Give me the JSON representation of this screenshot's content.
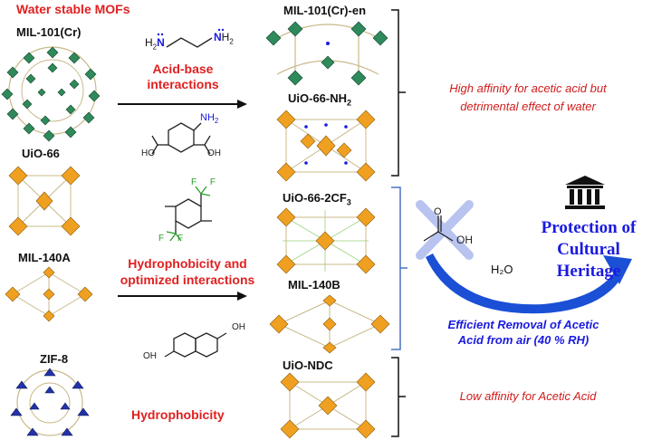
{
  "header": {
    "title": "Water stable MOFs"
  },
  "mofs": {
    "mil101": "MIL-101(Cr)",
    "uio66": "UiO-66",
    "mil140a": "MIL-140A",
    "zif8": "ZIF-8"
  },
  "products": {
    "mil101en": "MIL-101(Cr)-en",
    "uio66nh2_base": "UiO-66-NH",
    "uio66nh2_sub": "2",
    "uio662cf3_base": "UiO-66-2CF",
    "uio662cf3_sub": "3",
    "mil140b": "MIL-140B",
    "uiondc": "UiO-NDC"
  },
  "strategies": {
    "acid_base_1": "Acid-base",
    "acid_base_2": "interactions",
    "hydrophobic_opt_1": "Hydrophobicity and",
    "hydrophobic_opt_2": "optimized interactions",
    "hydrophobicity": "Hydrophobicity"
  },
  "molecules": {
    "en_h2n": "H",
    "en_n_sub": "2",
    "en_nh2": "NH",
    "nh2_label": "NH",
    "ho": "HO",
    "oh": "OH",
    "o": "O",
    "f": "F",
    "acid_oh": "OH",
    "acid_o": "O"
  },
  "outcomes": {
    "high_affinity_1": "High affinity for acetic acid but",
    "high_affinity_2": "detrimental effect of water",
    "low_affinity": "Low affinity for Acetic Acid",
    "removal_1": "Efficient Removal of Acetic",
    "removal_2": "Acid from air (40 % RH)",
    "protection_1": "Protection of",
    "protection_2": "Cultural Heritage",
    "water": "H₂O"
  },
  "colors": {
    "title_red": "#e02020",
    "outcome_red": "#d01c1c",
    "blue": "#1a1ae0",
    "bracket_blue": "#4a72c4",
    "octahedra_orange": "#f0a020",
    "octahedra_green": "#2e8a5a",
    "zif_blue": "#2233aa"
  }
}
